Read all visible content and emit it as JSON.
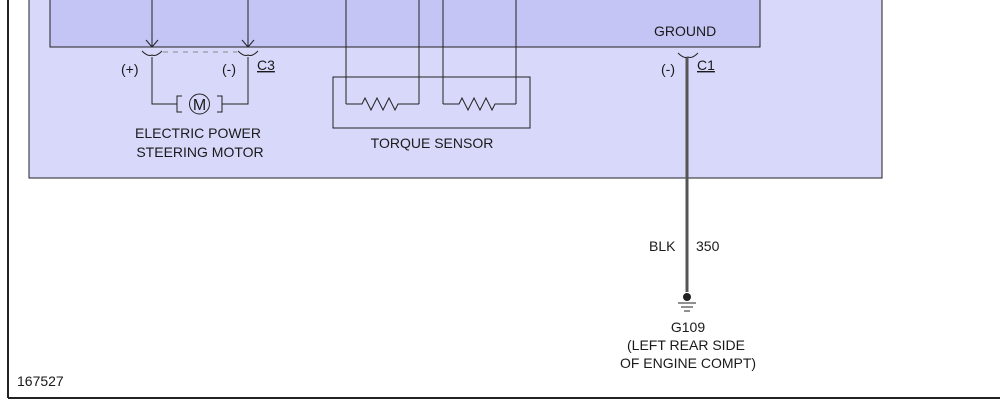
{
  "colors": {
    "module_fill": "#d8d8fb",
    "inner_fill": "#c4c4f5",
    "line": "#222222",
    "wire": "#555555",
    "page": "#ffffff"
  },
  "module": {
    "ground_label": "GROUND"
  },
  "connectors": {
    "c3": {
      "id": "C3",
      "pos_label": "(+)",
      "neg_label": "(-)"
    },
    "c1": {
      "id": "C1",
      "neg_label": "(-)"
    }
  },
  "motor": {
    "symbol": "M",
    "label_line1": "ELECTRIC POWER",
    "label_line2": "STEERING MOTOR"
  },
  "torque_sensor": {
    "label": "TORQUE SENSOR"
  },
  "wire": {
    "color_code": "BLK",
    "circuit_number": "350"
  },
  "ground_point": {
    "id": "G109",
    "location_line1": "(LEFT REAR SIDE",
    "location_line2": "OF ENGINE COMPT)"
  },
  "figure_id": "167527"
}
